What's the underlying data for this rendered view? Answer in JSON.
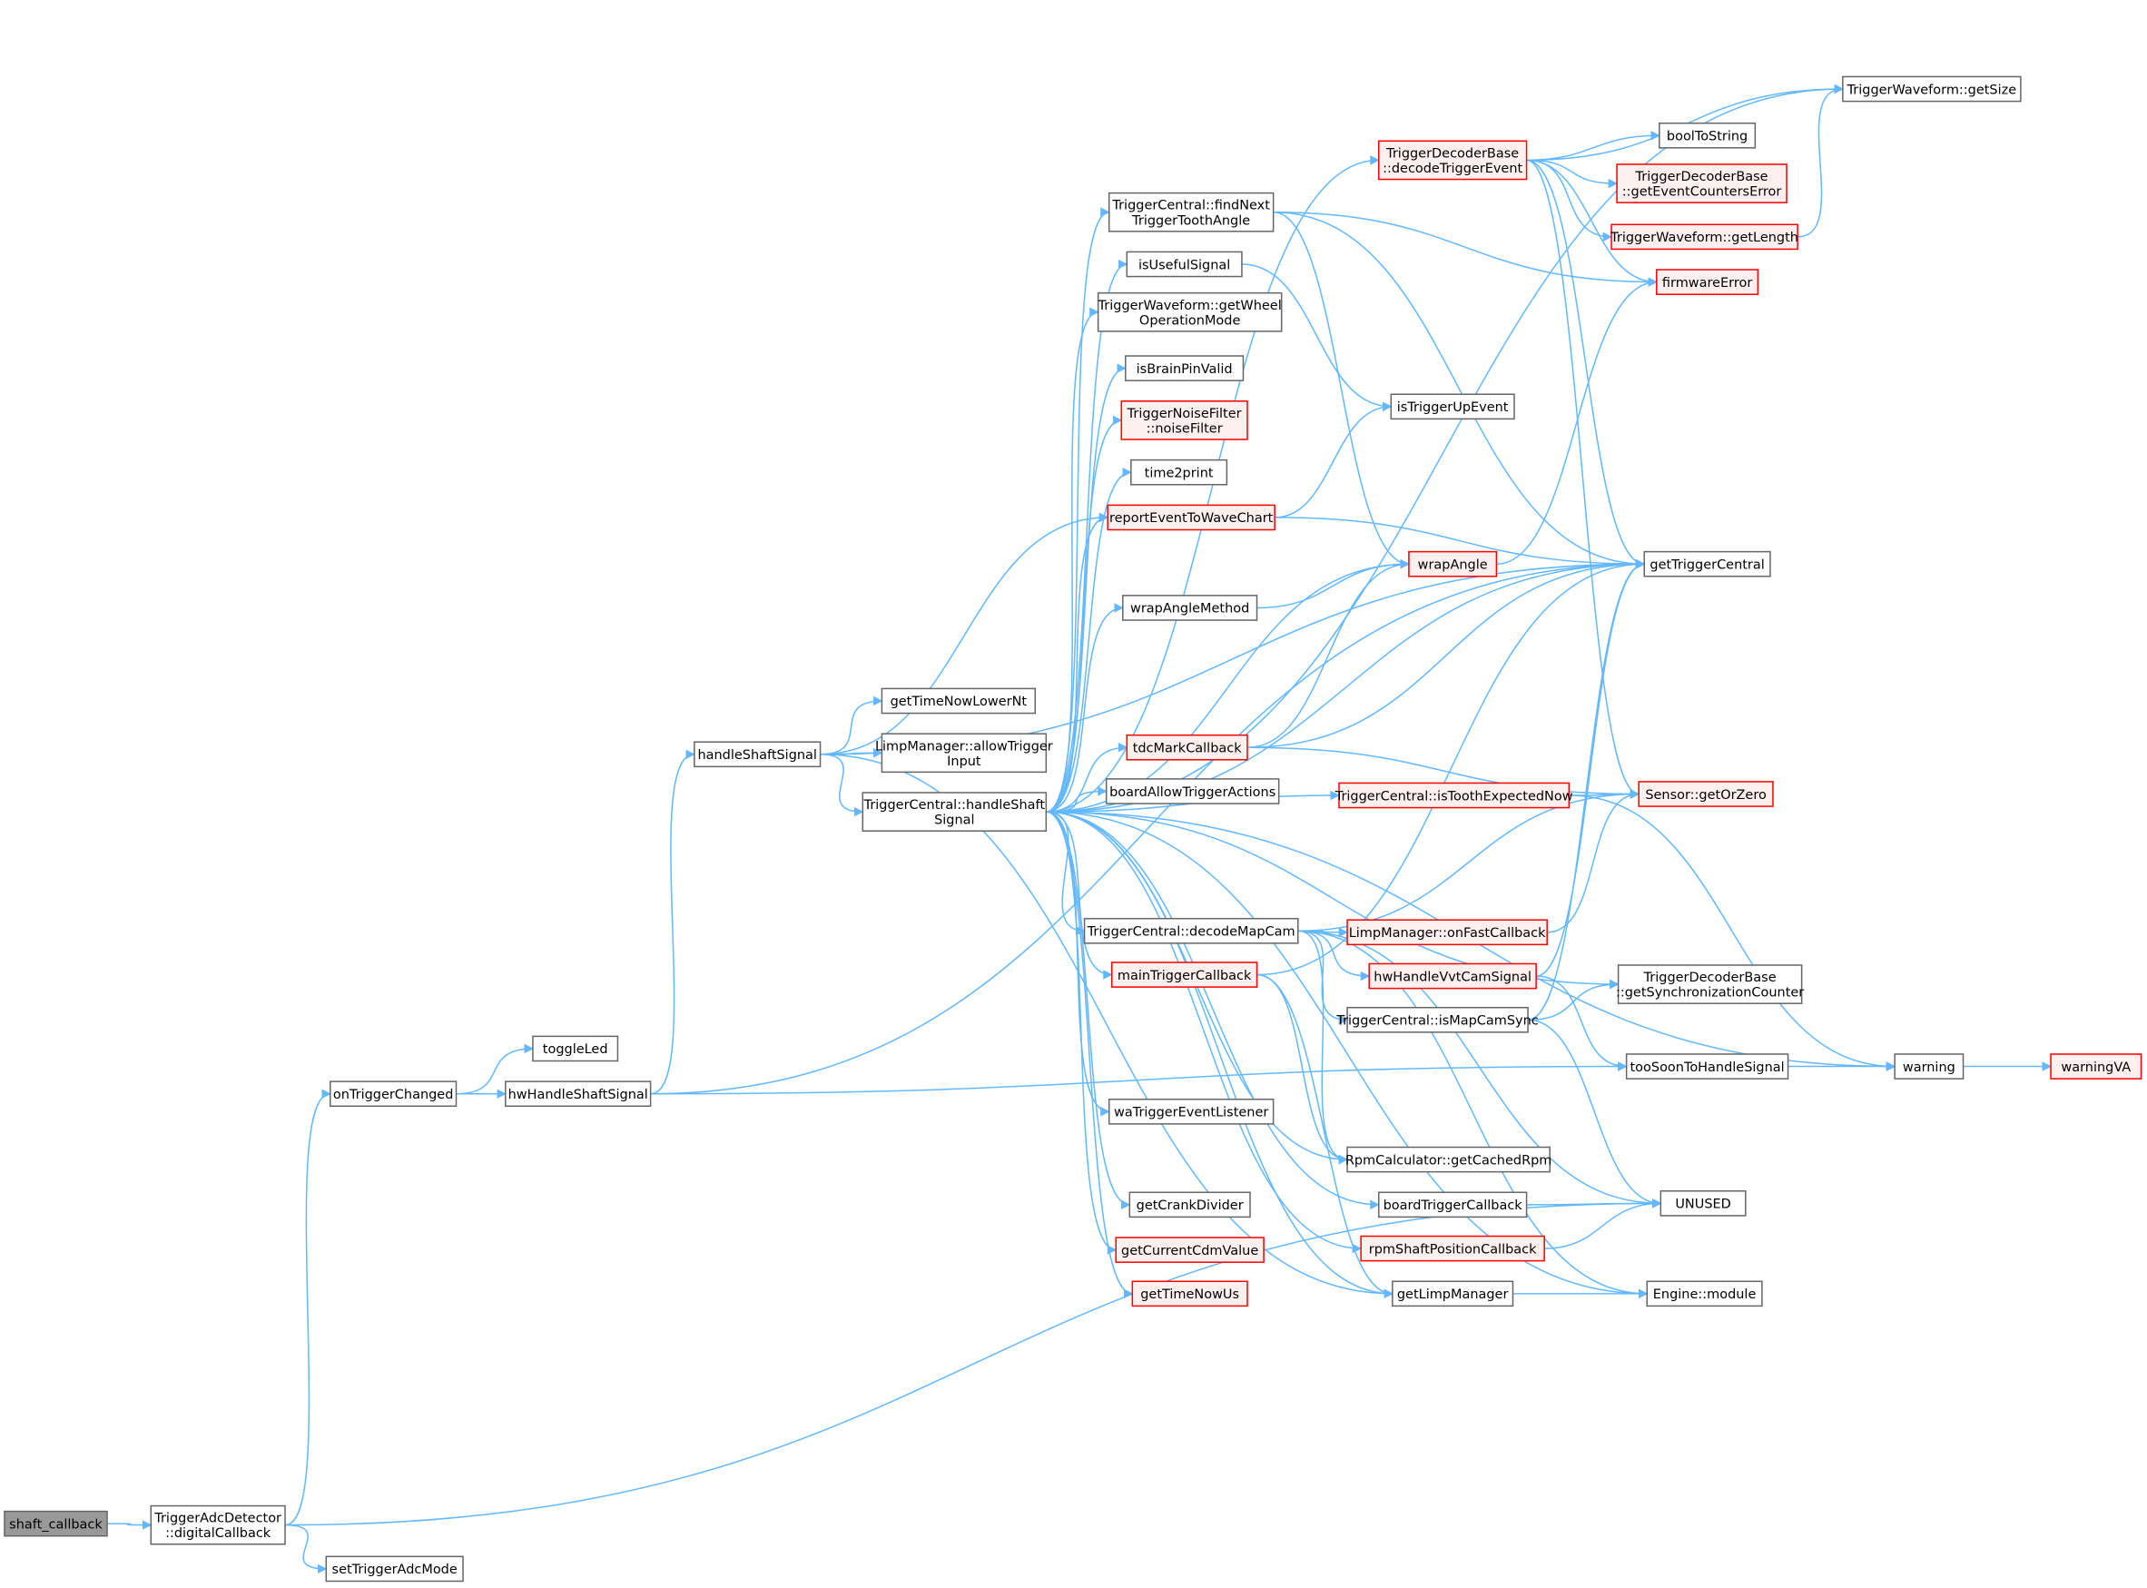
{
  "colors": {
    "edge": "#63b8ff",
    "node_border": "#666666",
    "red_border": "#ff0000",
    "red_fill": "#fff0f0",
    "root_fill": "#999999"
  },
  "nodes": [
    {
      "id": "shaft_callback",
      "lines": [
        "shaft_callback"
      ],
      "style": "root"
    },
    {
      "id": "digitalCallback",
      "lines": [
        "TriggerAdcDetector",
        "::digitalCallback"
      ]
    },
    {
      "id": "setTriggerAdcMode",
      "lines": [
        "setTriggerAdcMode"
      ]
    },
    {
      "id": "onTriggerChanged",
      "lines": [
        "onTriggerChanged"
      ]
    },
    {
      "id": "toggleLed",
      "lines": [
        "toggleLed"
      ]
    },
    {
      "id": "hwHandleShaftSignal",
      "lines": [
        "hwHandleShaftSignal"
      ]
    },
    {
      "id": "handleShaftSignal",
      "lines": [
        "handleShaftSignal"
      ]
    },
    {
      "id": "getTimeNowLowerNt",
      "lines": [
        "getTimeNowLowerNt"
      ]
    },
    {
      "id": "allowTriggerInput",
      "lines": [
        "LimpManager::allowTrigger",
        "Input"
      ]
    },
    {
      "id": "tcHandleShaftSignal",
      "lines": [
        "TriggerCentral::handleShaft",
        "Signal"
      ]
    },
    {
      "id": "findNext",
      "lines": [
        "TriggerCentral::findNext",
        "TriggerToothAngle"
      ]
    },
    {
      "id": "isUsefulSignal",
      "lines": [
        "isUsefulSignal"
      ]
    },
    {
      "id": "getWheelOperationMode",
      "lines": [
        "TriggerWaveform::getWheel",
        "OperationMode"
      ]
    },
    {
      "id": "isBrainPinValid",
      "lines": [
        "isBrainPinValid"
      ]
    },
    {
      "id": "noiseFilter",
      "lines": [
        "TriggerNoiseFilter",
        "::noiseFilter"
      ],
      "style": "red"
    },
    {
      "id": "time2print",
      "lines": [
        "time2print"
      ]
    },
    {
      "id": "reportEventToWaveChart",
      "lines": [
        "reportEventToWaveChart"
      ],
      "style": "red"
    },
    {
      "id": "wrapAngleMethod",
      "lines": [
        "wrapAngleMethod"
      ]
    },
    {
      "id": "tdcMarkCallback",
      "lines": [
        "tdcMarkCallback"
      ],
      "style": "red"
    },
    {
      "id": "boardAllowTriggerActions",
      "lines": [
        "boardAllowTriggerActions"
      ]
    },
    {
      "id": "decodeMapCam",
      "lines": [
        "TriggerCentral::decodeMapCam"
      ]
    },
    {
      "id": "mainTriggerCallback",
      "lines": [
        "mainTriggerCallback"
      ],
      "style": "red"
    },
    {
      "id": "waTriggerEventListener",
      "lines": [
        "waTriggerEventListener"
      ]
    },
    {
      "id": "getCrankDivider",
      "lines": [
        "getCrankDivider"
      ]
    },
    {
      "id": "getCurrentCdmValue",
      "lines": [
        "getCurrentCdmValue"
      ],
      "style": "red"
    },
    {
      "id": "getTimeNowUs",
      "lines": [
        "getTimeNowUs"
      ],
      "style": "red"
    },
    {
      "id": "decodeTriggerEvent",
      "lines": [
        "TriggerDecoderBase",
        "::decodeTriggerEvent"
      ],
      "style": "red"
    },
    {
      "id": "isTriggerUpEvent",
      "lines": [
        "isTriggerUpEvent"
      ]
    },
    {
      "id": "wrapAngle",
      "lines": [
        "wrapAngle"
      ],
      "style": "red"
    },
    {
      "id": "isToothExpectedNow",
      "lines": [
        "TriggerCentral::isToothExpectedNow"
      ],
      "style": "red"
    },
    {
      "id": "onFastCallback",
      "lines": [
        "LimpManager::onFastCallback"
      ],
      "style": "red"
    },
    {
      "id": "hwHandleVvtCamSignal",
      "lines": [
        "hwHandleVvtCamSignal"
      ],
      "style": "red"
    },
    {
      "id": "isMapCamSync",
      "lines": [
        "TriggerCentral::isMapCamSync"
      ]
    },
    {
      "id": "getCachedRpm",
      "lines": [
        "RpmCalculator::getCachedRpm"
      ]
    },
    {
      "id": "boardTriggerCallback",
      "lines": [
        "boardTriggerCallback"
      ]
    },
    {
      "id": "rpmShaftPositionCallback",
      "lines": [
        "rpmShaftPositionCallback"
      ],
      "style": "red"
    },
    {
      "id": "getLimpManager",
      "lines": [
        "getLimpManager"
      ]
    },
    {
      "id": "getSize",
      "lines": [
        "TriggerWaveform::getSize"
      ]
    },
    {
      "id": "boolToString",
      "lines": [
        "boolToString"
      ]
    },
    {
      "id": "getEventCountersError",
      "lines": [
        "TriggerDecoderBase",
        "::getEventCountersError"
      ],
      "style": "red"
    },
    {
      "id": "getLength",
      "lines": [
        "TriggerWaveform::getLength"
      ],
      "style": "red"
    },
    {
      "id": "firmwareError",
      "lines": [
        "firmwareError"
      ],
      "style": "red"
    },
    {
      "id": "getTriggerCentral",
      "lines": [
        "getTriggerCentral"
      ]
    },
    {
      "id": "getOrZero",
      "lines": [
        "Sensor::getOrZero"
      ],
      "style": "red"
    },
    {
      "id": "getSynchronizationCounter",
      "lines": [
        "TriggerDecoderBase",
        "::getSynchronizationCounter"
      ]
    },
    {
      "id": "tooSoonToHandleSignal",
      "lines": [
        "tooSoonToHandleSignal"
      ]
    },
    {
      "id": "UNUSED",
      "lines": [
        "UNUSED"
      ]
    },
    {
      "id": "engineModule",
      "lines": [
        "Engine::module"
      ]
    },
    {
      "id": "warning",
      "lines": [
        "warning"
      ]
    },
    {
      "id": "warningVA",
      "lines": [
        "warningVA"
      ],
      "style": "red"
    }
  ],
  "edges": [
    [
      "shaft_callback",
      "digitalCallback"
    ],
    [
      "digitalCallback",
      "onTriggerChanged"
    ],
    [
      "digitalCallback",
      "setTriggerAdcMode"
    ],
    [
      "digitalCallback",
      "UNUSED"
    ],
    [
      "onTriggerChanged",
      "toggleLed"
    ],
    [
      "onTriggerChanged",
      "hwHandleShaftSignal"
    ],
    [
      "hwHandleShaftSignal",
      "handleShaftSignal"
    ],
    [
      "hwHandleShaftSignal",
      "getTriggerCentral"
    ],
    [
      "hwHandleShaftSignal",
      "tooSoonToHandleSignal"
    ],
    [
      "handleShaftSignal",
      "getTimeNowLowerNt"
    ],
    [
      "handleShaftSignal",
      "allowTriggerInput"
    ],
    [
      "handleShaftSignal",
      "tcHandleShaftSignal"
    ],
    [
      "handleShaftSignal",
      "getTriggerCentral"
    ],
    [
      "handleShaftSignal",
      "getLimpManager"
    ],
    [
      "handleShaftSignal",
      "reportEventToWaveChart"
    ],
    [
      "tcHandleShaftSignal",
      "findNext"
    ],
    [
      "tcHandleShaftSignal",
      "isUsefulSignal"
    ],
    [
      "tcHandleShaftSignal",
      "getWheelOperationMode"
    ],
    [
      "tcHandleShaftSignal",
      "isBrainPinValid"
    ],
    [
      "tcHandleShaftSignal",
      "noiseFilter"
    ],
    [
      "tcHandleShaftSignal",
      "time2print"
    ],
    [
      "tcHandleShaftSignal",
      "reportEventToWaveChart"
    ],
    [
      "tcHandleShaftSignal",
      "wrapAngleMethod"
    ],
    [
      "tcHandleShaftSignal",
      "tdcMarkCallback"
    ],
    [
      "tcHandleShaftSignal",
      "boardAllowTriggerActions"
    ],
    [
      "tcHandleShaftSignal",
      "decodeMapCam"
    ],
    [
      "tcHandleShaftSignal",
      "mainTriggerCallback"
    ],
    [
      "tcHandleShaftSignal",
      "waTriggerEventListener"
    ],
    [
      "tcHandleShaftSignal",
      "getCrankDivider"
    ],
    [
      "tcHandleShaftSignal",
      "getCurrentCdmValue"
    ],
    [
      "tcHandleShaftSignal",
      "getTimeNowUs"
    ],
    [
      "tcHandleShaftSignal",
      "decodeTriggerEvent"
    ],
    [
      "tcHandleShaftSignal",
      "getSize"
    ],
    [
      "tcHandleShaftSignal",
      "wrapAngle"
    ],
    [
      "tcHandleShaftSignal",
      "getTriggerCentral"
    ],
    [
      "tcHandleShaftSignal",
      "isToothExpectedNow"
    ],
    [
      "tcHandleShaftSignal",
      "getSynchronizationCounter"
    ],
    [
      "tcHandleShaftSignal",
      "getCachedRpm"
    ],
    [
      "tcHandleShaftSignal",
      "rpmShaftPositionCallback"
    ],
    [
      "tcHandleShaftSignal",
      "getLimpManager"
    ],
    [
      "tcHandleShaftSignal",
      "engineModule"
    ],
    [
      "tcHandleShaftSignal",
      "warning"
    ],
    [
      "tcHandleShaftSignal",
      "boardTriggerCallback"
    ],
    [
      "findNext",
      "firmwareError"
    ],
    [
      "findNext",
      "getTriggerCentral"
    ],
    [
      "findNext",
      "wrapAngle"
    ],
    [
      "isUsefulSignal",
      "isTriggerUpEvent"
    ],
    [
      "reportEventToWaveChart",
      "isTriggerUpEvent"
    ],
    [
      "reportEventToWaveChart",
      "getTriggerCentral"
    ],
    [
      "wrapAngleMethod",
      "wrapAngle"
    ],
    [
      "tdcMarkCallback",
      "wrapAngle"
    ],
    [
      "tdcMarkCallback",
      "getTriggerCentral"
    ],
    [
      "tdcMarkCallback",
      "getOrZero"
    ],
    [
      "decodeMapCam",
      "getOrZero"
    ],
    [
      "decodeMapCam",
      "onFastCallback"
    ],
    [
      "decodeMapCam",
      "hwHandleVvtCamSignal"
    ],
    [
      "decodeMapCam",
      "isMapCamSync"
    ],
    [
      "decodeMapCam",
      "getCachedRpm"
    ],
    [
      "decodeMapCam",
      "UNUSED"
    ],
    [
      "decodeMapCam",
      "engineModule"
    ],
    [
      "mainTriggerCallback",
      "getTriggerCentral"
    ],
    [
      "mainTriggerCallback",
      "getCachedRpm"
    ],
    [
      "mainTriggerCallback",
      "getLimpManager"
    ],
    [
      "decodeTriggerEvent",
      "getSize"
    ],
    [
      "decodeTriggerEvent",
      "boolToString"
    ],
    [
      "decodeTriggerEvent",
      "getEventCountersError"
    ],
    [
      "decodeTriggerEvent",
      "getLength"
    ],
    [
      "decodeTriggerEvent",
      "firmwareError"
    ],
    [
      "decodeTriggerEvent",
      "getTriggerCentral"
    ],
    [
      "decodeTriggerEvent",
      "getOrZero"
    ],
    [
      "getLength",
      "getSize"
    ],
    [
      "wrapAngle",
      "firmwareError"
    ],
    [
      "isToothExpectedNow",
      "getOrZero"
    ],
    [
      "isToothExpectedNow",
      "warning"
    ],
    [
      "onFastCallback",
      "getOrZero"
    ],
    [
      "hwHandleVvtCamSignal",
      "getTriggerCentral"
    ],
    [
      "hwHandleVvtCamSignal",
      "tooSoonToHandleSignal"
    ],
    [
      "isMapCamSync",
      "getTriggerCentral"
    ],
    [
      "isMapCamSync",
      "getSynchronizationCounter"
    ],
    [
      "isMapCamSync",
      "UNUSED"
    ],
    [
      "boardTriggerCallback",
      "UNUSED"
    ],
    [
      "rpmShaftPositionCallback",
      "UNUSED"
    ],
    [
      "getLimpManager",
      "engineModule"
    ],
    [
      "tooSoonToHandleSignal",
      "warning"
    ],
    [
      "warning",
      "warningVA"
    ]
  ]
}
